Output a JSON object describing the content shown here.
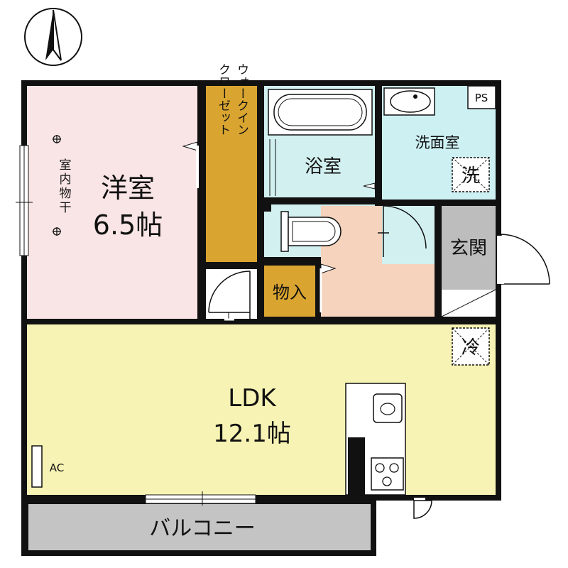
{
  "compass": {
    "icon": "north-arrow-icon"
  },
  "rooms": {
    "western_room": {
      "name": "洋室",
      "size": "6.5帖",
      "color": "#f9e5e5"
    },
    "walk_in_closet": {
      "label_line1": "ウォークイン",
      "label_line2": "クローゼット",
      "color": "#d9a530"
    },
    "bathroom": {
      "name": "浴室",
      "color": "#d2f0f0"
    },
    "washroom": {
      "name": "洗面室",
      "color": "#cdf0f3"
    },
    "laundry": {
      "label": "洗"
    },
    "pipe_space": {
      "label": "PS"
    },
    "toilet": {
      "color": "#d2f0f0"
    },
    "storage": {
      "name": "物入",
      "color": "#d9a530"
    },
    "hall": {
      "color": "#f6d3bd"
    },
    "entrance": {
      "name": "玄関",
      "color": "#bdbdbd"
    },
    "ldk": {
      "name": "LDK",
      "size": "12.1帖",
      "color": "#f7f3b4"
    },
    "fridge": {
      "label": "冷"
    },
    "ac": {
      "label": "AC"
    },
    "balcony": {
      "name": "バルコニー",
      "color": "#c4c4c4"
    },
    "indoor_drying": {
      "line1": "室",
      "line2": "内",
      "line3": "物",
      "line4": "干"
    }
  }
}
